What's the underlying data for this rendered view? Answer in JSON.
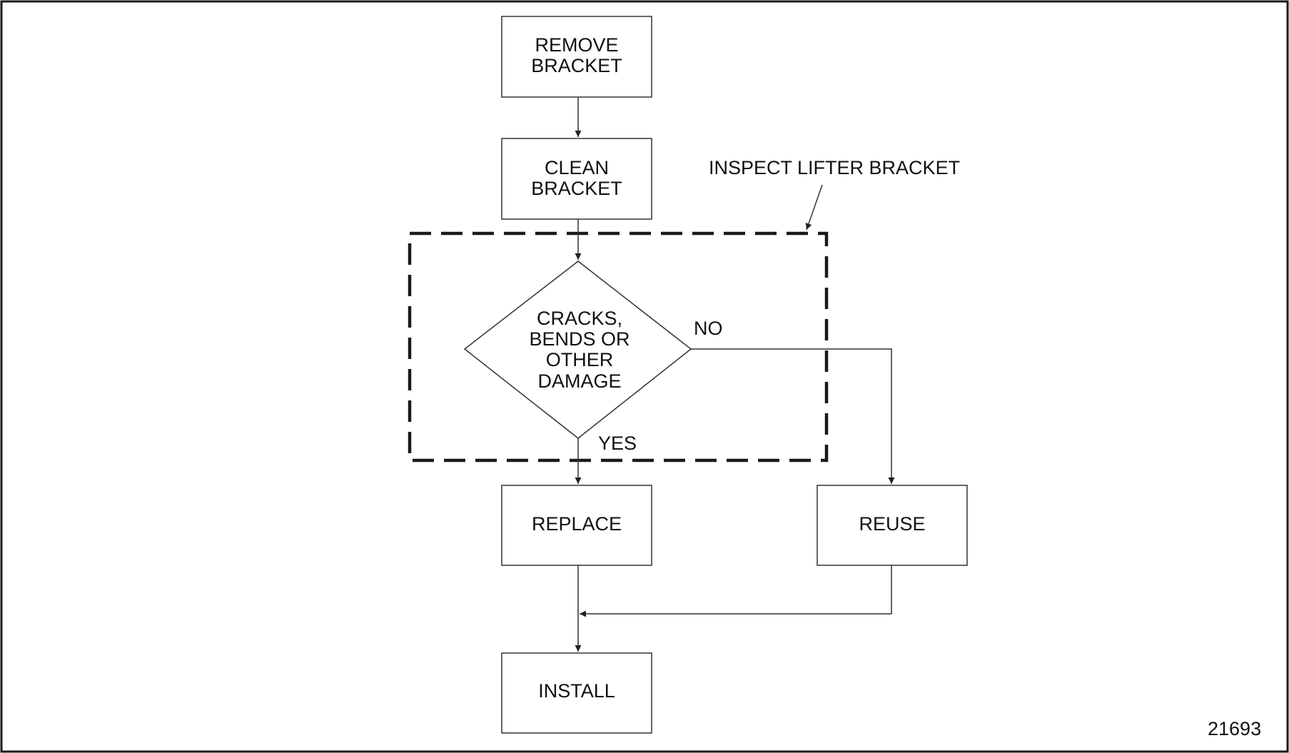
{
  "diagram": {
    "nodes": {
      "remove": {
        "line1": "REMOVE",
        "line2": "BRACKET"
      },
      "clean": {
        "line1": "CLEAN",
        "line2": "BRACKET"
      },
      "decision": {
        "line1": "CRACKS,",
        "line2": "BENDS OR",
        "line3": "OTHER",
        "line4": "DAMAGE"
      },
      "replace": {
        "label": "REPLACE"
      },
      "reuse": {
        "label": "REUSE"
      },
      "install": {
        "label": "INSTALL"
      }
    },
    "edge_labels": {
      "no": "NO",
      "yes": "YES"
    },
    "group_label": "INSPECT LIFTER BRACKET",
    "figure_number": "21693"
  },
  "colors": {
    "stroke": "#333333",
    "frame": "#1a1a1a",
    "text": "#111111"
  }
}
